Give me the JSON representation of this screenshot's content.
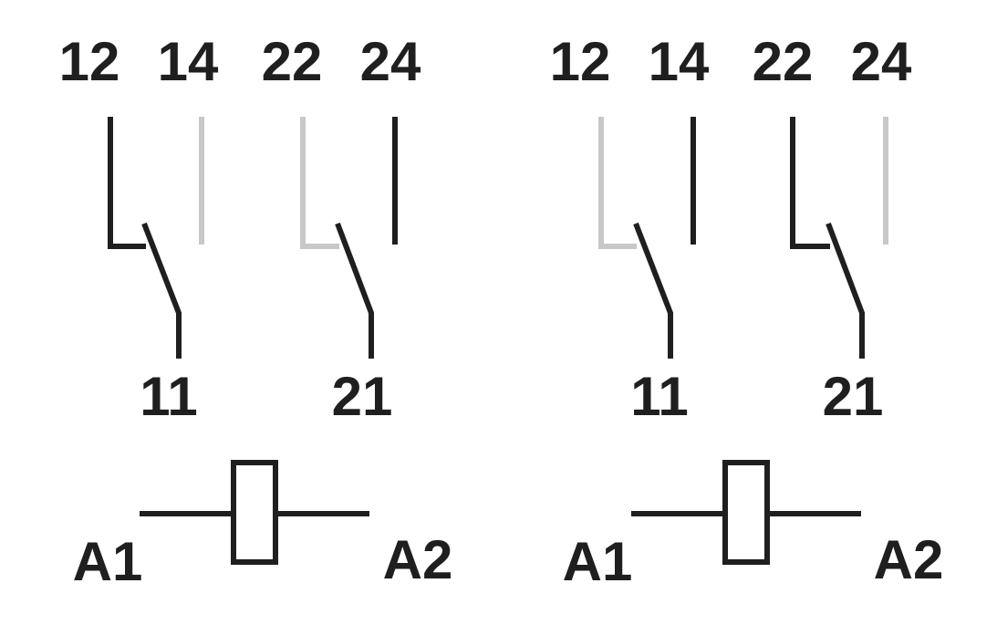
{
  "colors": {
    "active": "#1f1f1f",
    "inactive": "#c8c8c8",
    "background": "#ffffff"
  },
  "diagrams": [
    {
      "terminals_top": [
        "12",
        "14",
        "22",
        "24"
      ],
      "terminals_common": [
        "11",
        "21"
      ],
      "coil": {
        "left": "A1",
        "right": "A2"
      }
    },
    {
      "terminals_top": [
        "12",
        "14",
        "22",
        "24"
      ],
      "terminals_common": [
        "11",
        "21"
      ],
      "coil": {
        "left": "A1",
        "right": "A2"
      }
    }
  ]
}
